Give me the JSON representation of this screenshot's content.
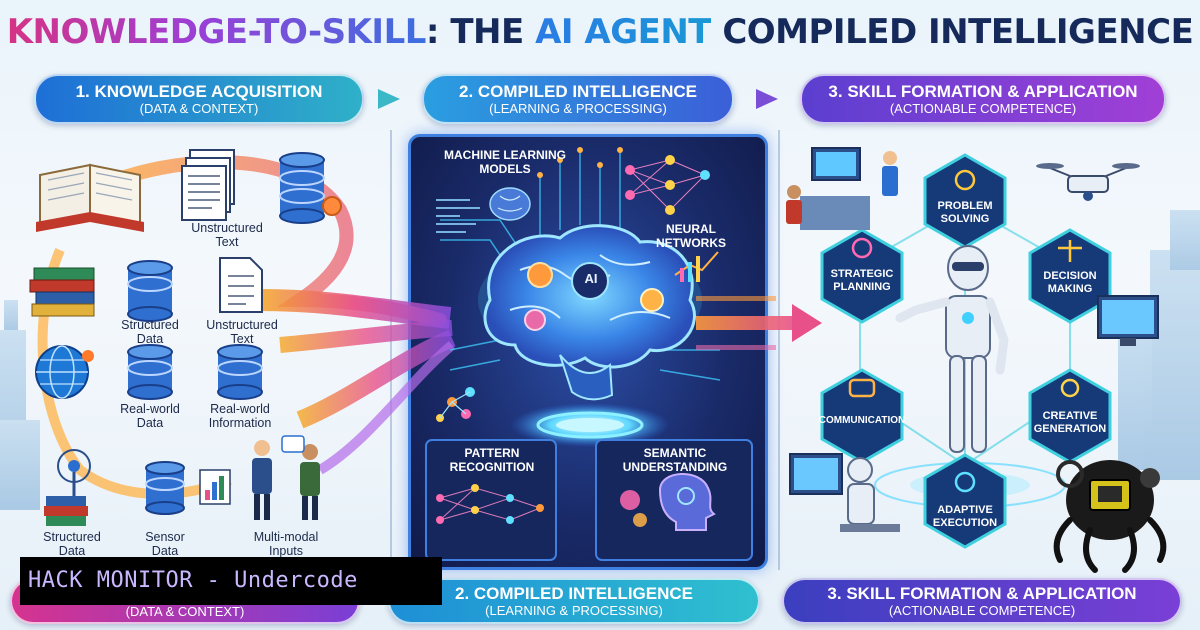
{
  "title": {
    "part1": "KNOWLEDGE-TO-SKILL",
    "part2": ": THE ",
    "part3": "AI AGENT",
    "part4": " COMPILED INTELLIGENCE"
  },
  "steps": [
    {
      "line1": "1. KNOWLEDGE ACQUISITION",
      "line2": "(DATA & CONTEXT)"
    },
    {
      "line1": "2. COMPILED INTELLIGENCE",
      "line2": "(LEARNING & PROCESSING)"
    },
    {
      "line1": "3. SKILL FORMATION & APPLICATION",
      "line2": "(ACTIONABLE COMPETENCE)"
    }
  ],
  "bottom_steps": [
    {
      "line1": "",
      "line2": "(DATA & CONTEXT)"
    },
    {
      "line1": "2. COMPILED INTELLIGENCE",
      "line2": "(LEARNING & PROCESSING)"
    },
    {
      "line1": "3. SKILL FORMATION & APPLICATION",
      "line2": "(ACTIONABLE COMPETENCE)"
    }
  ],
  "knowledge_sources": {
    "unstructured_text_1": [
      "Unstructured",
      "Text"
    ],
    "structured_data_1": [
      "Structured",
      "Data"
    ],
    "unstructured_text_2": [
      "Unstructured",
      "Text"
    ],
    "real_world_data": [
      "Real-world",
      "Data"
    ],
    "real_world_information": [
      "Real-world",
      "Information"
    ],
    "structured_data_2": [
      "Structured",
      "Data"
    ],
    "sensor_data": [
      "Sensor",
      "Data"
    ],
    "multimodal_inputs": [
      "Multi-modal",
      "Inputs"
    ]
  },
  "processing": {
    "ml_models": [
      "MACHINE LEARNING",
      "MODELS"
    ],
    "neural_networks": [
      "NEURAL",
      "NETWORKS"
    ],
    "pattern_recognition": [
      "PATTERN",
      "RECOGNITION"
    ],
    "semantic_understanding": [
      "SEMANTIC",
      "UNDERSTANDING"
    ],
    "ai_badge": "AI"
  },
  "skills": {
    "problem_solving": [
      "PROBLEM",
      "SOLVING"
    ],
    "strategic_planning": [
      "STRATEGIC",
      "PLANNING"
    ],
    "decision_making": [
      "DECISION",
      "MAKING"
    ],
    "communication": [
      "COMMUNICATION"
    ],
    "creative_generation": [
      "CREATIVE",
      "GENERATION"
    ],
    "adaptive_execution": [
      "ADAPTIVE",
      "EXECUTION"
    ]
  },
  "watermark": "HACK MONITOR - Undercode",
  "colors": {
    "title_navy": "#15295a",
    "accent_blue": "#2a7be4",
    "accent_pink": "#d63384",
    "accent_purple": "#7a3fd6",
    "panel_navy": "#1a2b6a",
    "hex_teal": "#3fd0e0"
  }
}
